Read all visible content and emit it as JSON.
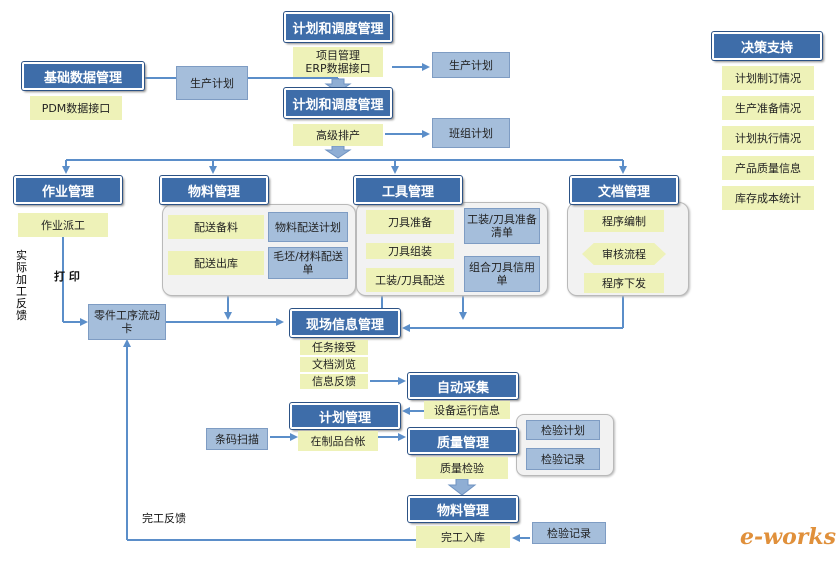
{
  "plan_top": {
    "title": "计划和调度管理",
    "items": [
      "项目管理",
      "ERP数据接口"
    ],
    "output": "生产计划"
  },
  "basic_data": {
    "title": "基础数据管理",
    "item": "PDM数据接口",
    "output": "生产计划"
  },
  "plan_mid": {
    "title": "计划和调度管理",
    "item": "高级排产",
    "output": "班组计划"
  },
  "work_mgmt": {
    "title": "作业管理",
    "item": "作业派工"
  },
  "material_mgmt": {
    "title": "物料管理",
    "steps": [
      "配送备料",
      "配送出库"
    ],
    "docs": [
      "物料配送计划",
      "毛坯/材料配送单"
    ]
  },
  "tool_mgmt": {
    "title": "工具管理",
    "steps": [
      "刀具准备",
      "刀具组装",
      "工装/刀具配送"
    ],
    "docs": [
      "工装/刀具准备清单",
      "组合刀具信用单"
    ]
  },
  "doc_mgmt": {
    "title": "文档管理",
    "steps": [
      "程序编制",
      "审核流程",
      "程序下发"
    ]
  },
  "decision": {
    "title": "决策支持",
    "items": [
      "计划制订情况",
      "生产准备情况",
      "计划执行情况",
      "产品质量信息",
      "库存成本统计"
    ]
  },
  "side_labels": {
    "actual_feedback": "实际加工反馈",
    "print": "打 印",
    "completion_feedback": "完工反馈"
  },
  "routing_card": "零件工序流动卡",
  "site_info": {
    "title": "现场信息管理",
    "items": [
      "任务接受",
      "文档浏览",
      "信息反馈"
    ]
  },
  "auto_collect": {
    "title": "自动采集",
    "item": "设备运行信息"
  },
  "plan_low": {
    "title": "计划管理",
    "item": "在制品台帐",
    "input": "条码扫描"
  },
  "quality": {
    "title": "质量管理",
    "item": "质量检验",
    "docs": [
      "检验计划",
      "检验记录"
    ]
  },
  "material_low": {
    "title": "物料管理",
    "item": "完工入库",
    "doc": "检验记录"
  },
  "logo": "e-works",
  "colors": {
    "header": "#3e6da9",
    "yellow": "#eef2b8",
    "blue_doc": "#a5bedb",
    "arrow": "#8faed4",
    "line": "#5b8ec9"
  }
}
